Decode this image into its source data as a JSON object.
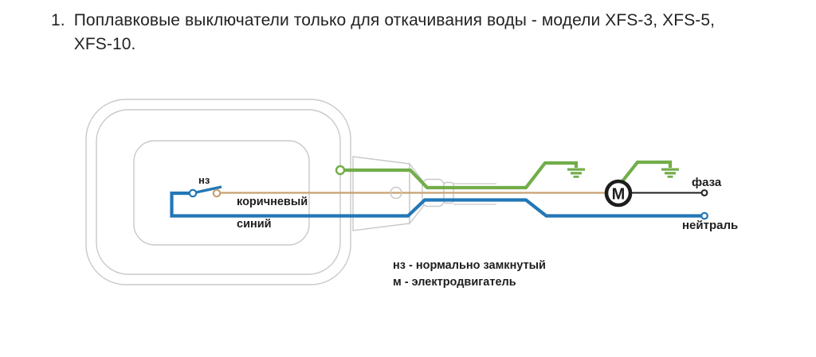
{
  "title": {
    "number": "1.",
    "line1": "Поплавковые выключатели только для откачивания воды - модели XFS-3, XFS-5,",
    "line2": "XFS-10."
  },
  "diagram": {
    "switch_label": "нз",
    "wire_labels": {
      "brown": "коричневый",
      "blue": "синий"
    },
    "terminal_labels": {
      "phase": "фаза",
      "neutral": "нейтраль"
    },
    "motor_label": "М",
    "legend": {
      "line1": "нз - нормально замкнутый",
      "line2": "м - электродвигатель"
    },
    "colors": {
      "green": "#72ad4a",
      "blue": "#2277b6",
      "brown": "#c7a071",
      "outline_gray": "#c9c9c9",
      "black": "#1d1d1d"
    }
  }
}
